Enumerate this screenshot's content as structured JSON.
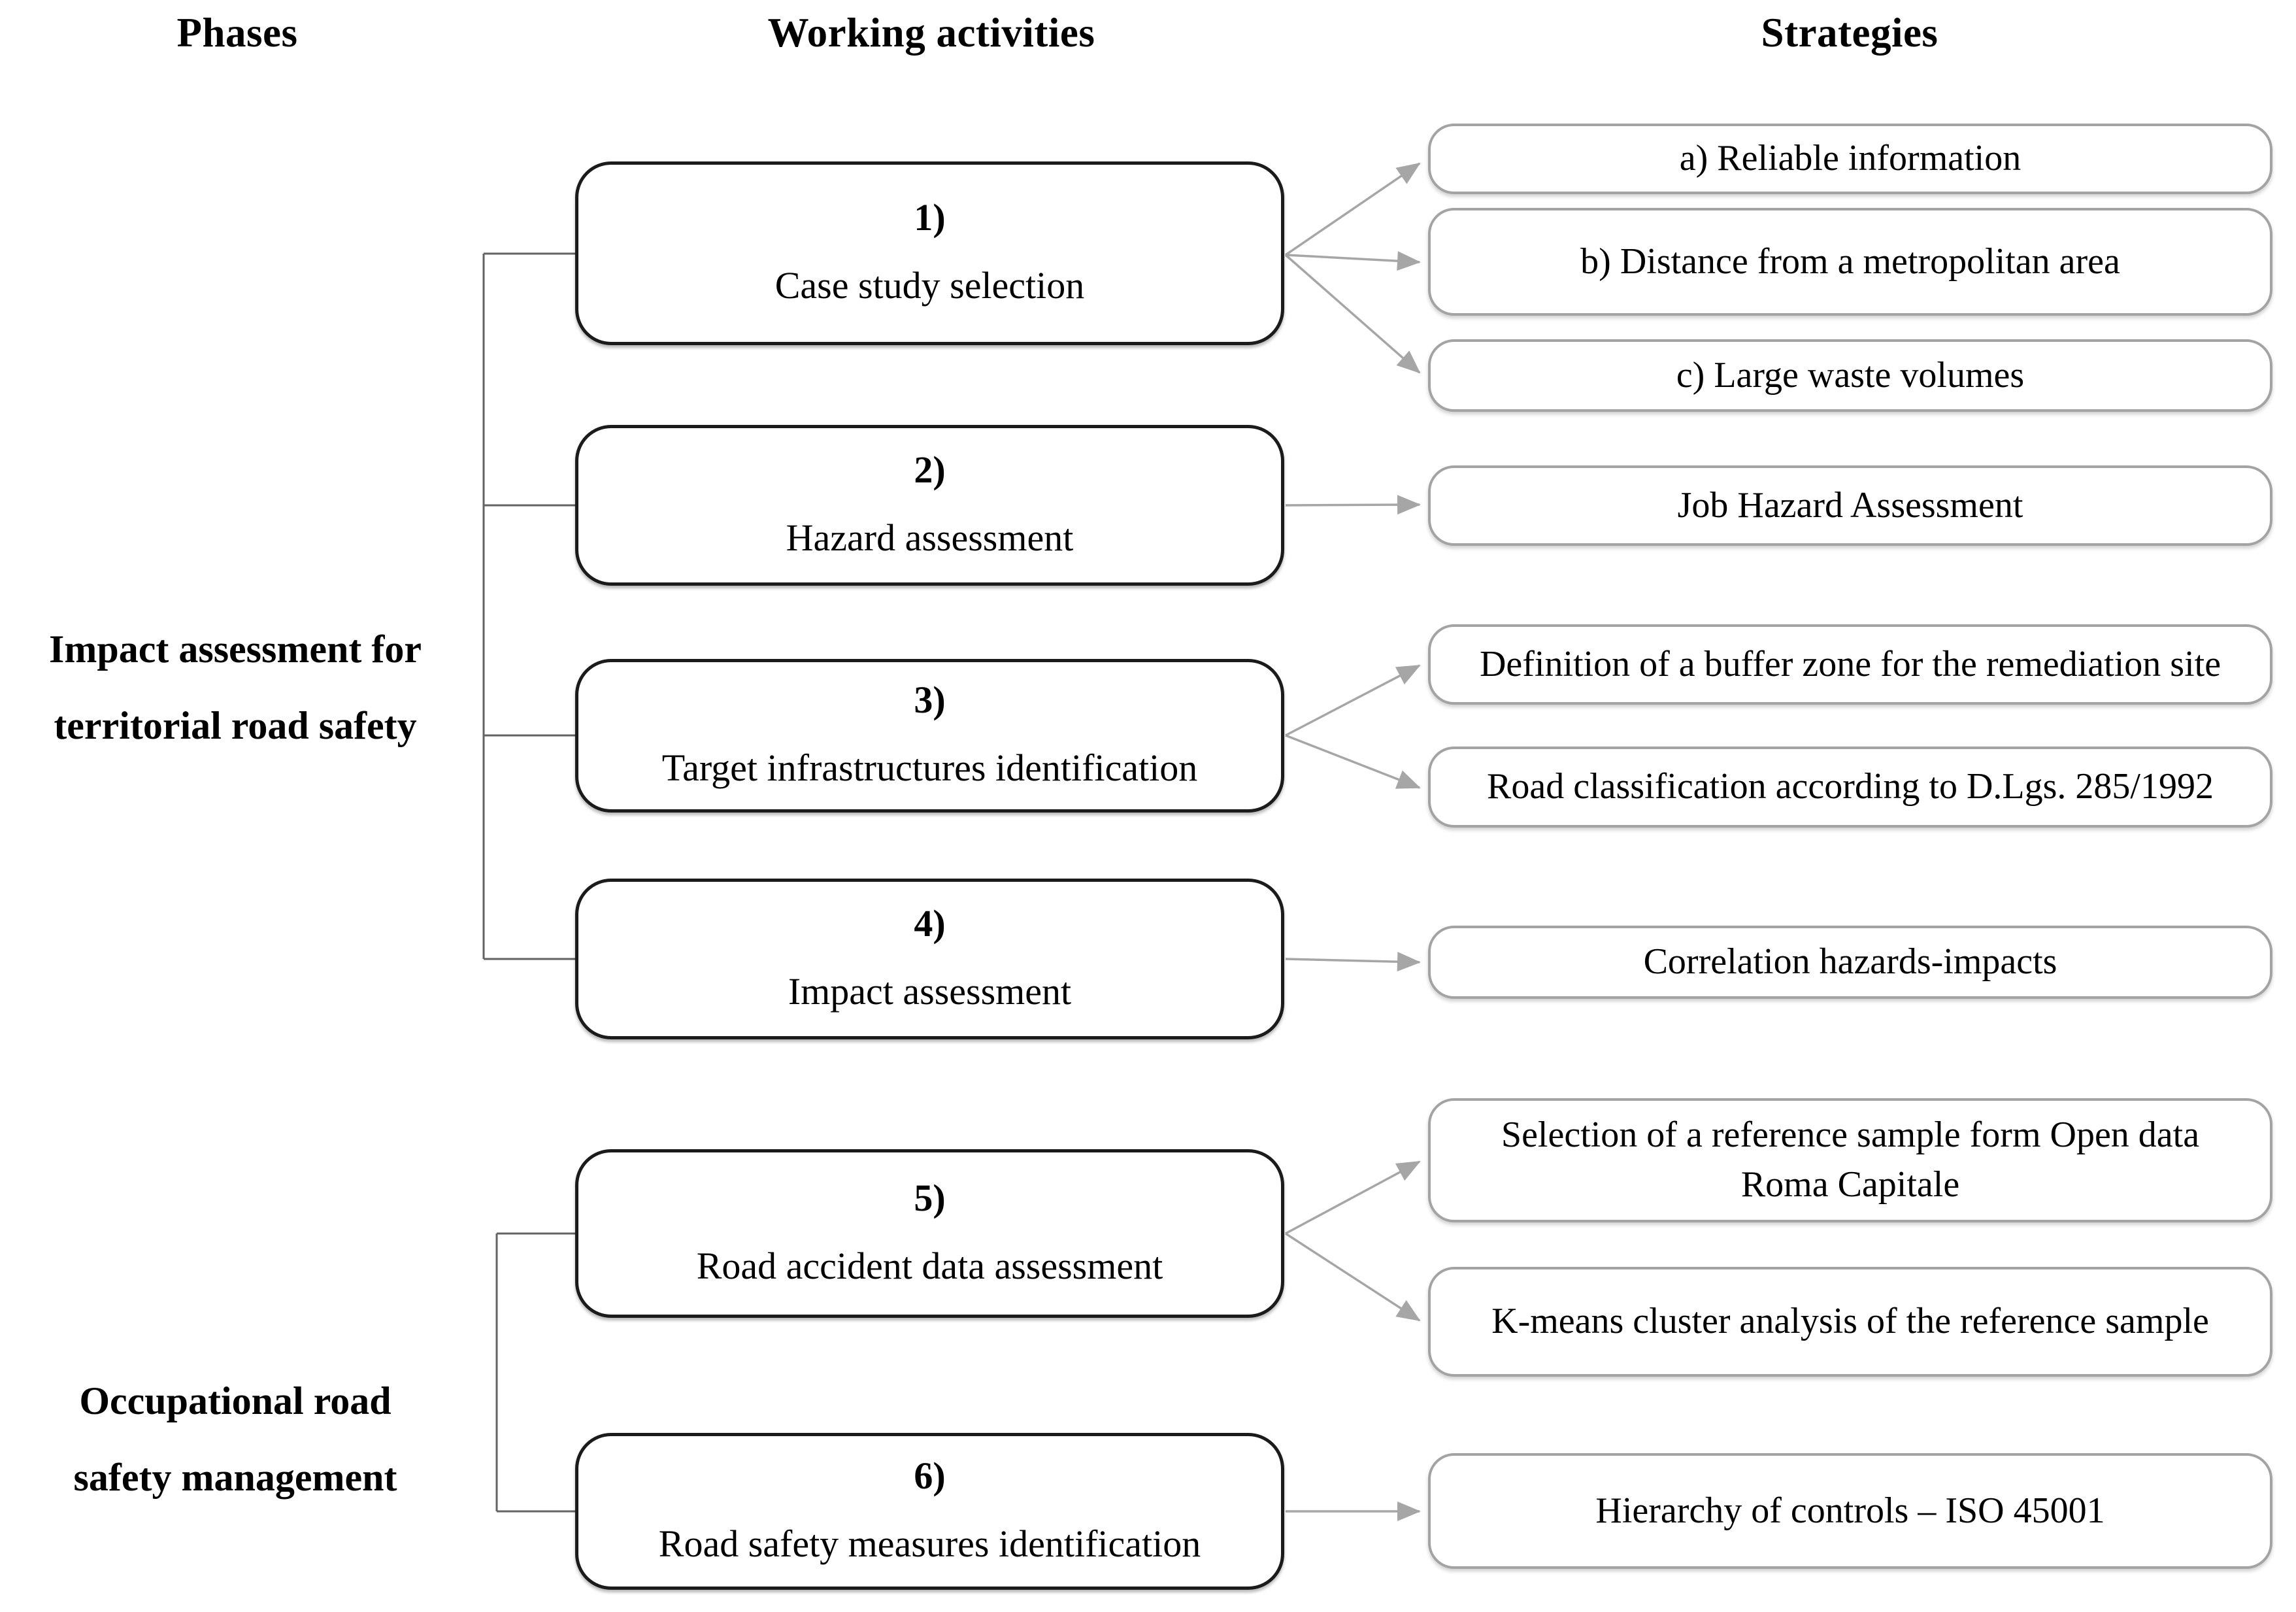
{
  "headers": {
    "phases": "Phases",
    "working_activities": "Working activities",
    "strategies": "Strategies"
  },
  "phases": [
    {
      "label": "Impact assessment for\nterritorial road safety",
      "activities": [
        1,
        2,
        3,
        4
      ]
    },
    {
      "label": "Occupational road\nsafety management",
      "activities": [
        5,
        6
      ]
    }
  ],
  "activities": [
    {
      "number": "1)",
      "label": "Case study selection"
    },
    {
      "number": "2)",
      "label": "Hazard assessment"
    },
    {
      "number": "3)",
      "label": "Target infrastructures identification"
    },
    {
      "number": "4)",
      "label": "Impact assessment"
    },
    {
      "number": "5)",
      "label": "Road accident data assessment"
    },
    {
      "number": "6)",
      "label": "Road safety measures identification"
    }
  ],
  "strategies": [
    {
      "label": "a) Reliable information"
    },
    {
      "label": "b) Distance from a metropolitan area"
    },
    {
      "label": "c) Large waste volumes"
    },
    {
      "label": "Job Hazard Assessment"
    },
    {
      "label": "Definition of a buffer zone for the remediation site"
    },
    {
      "label": "Road classification according to D.Lgs. 285/1992"
    },
    {
      "label": "Correlation hazards-impacts"
    },
    {
      "label": "Selection of a reference sample form Open data\nRoma Capitale"
    },
    {
      "label": "K-means cluster analysis of the reference sample"
    },
    {
      "label": "Hierarchy of controls – ISO 45001"
    }
  ],
  "connections": [
    {
      "activity": 1,
      "strategy_indexes": [
        0,
        1,
        2
      ]
    },
    {
      "activity": 2,
      "strategy_indexes": [
        3
      ]
    },
    {
      "activity": 3,
      "strategy_indexes": [
        4,
        5
      ]
    },
    {
      "activity": 4,
      "strategy_indexes": [
        6
      ]
    },
    {
      "activity": 5,
      "strategy_indexes": [
        7,
        8
      ]
    },
    {
      "activity": 6,
      "strategy_indexes": [
        9
      ]
    }
  ],
  "colors": {
    "background": "#ffffff",
    "activity_border": "#1b1b1b",
    "strategy_border": "#a3a3a3",
    "bracket_line": "#636363",
    "arrow": "#a6a6a6",
    "text": "#000000"
  }
}
